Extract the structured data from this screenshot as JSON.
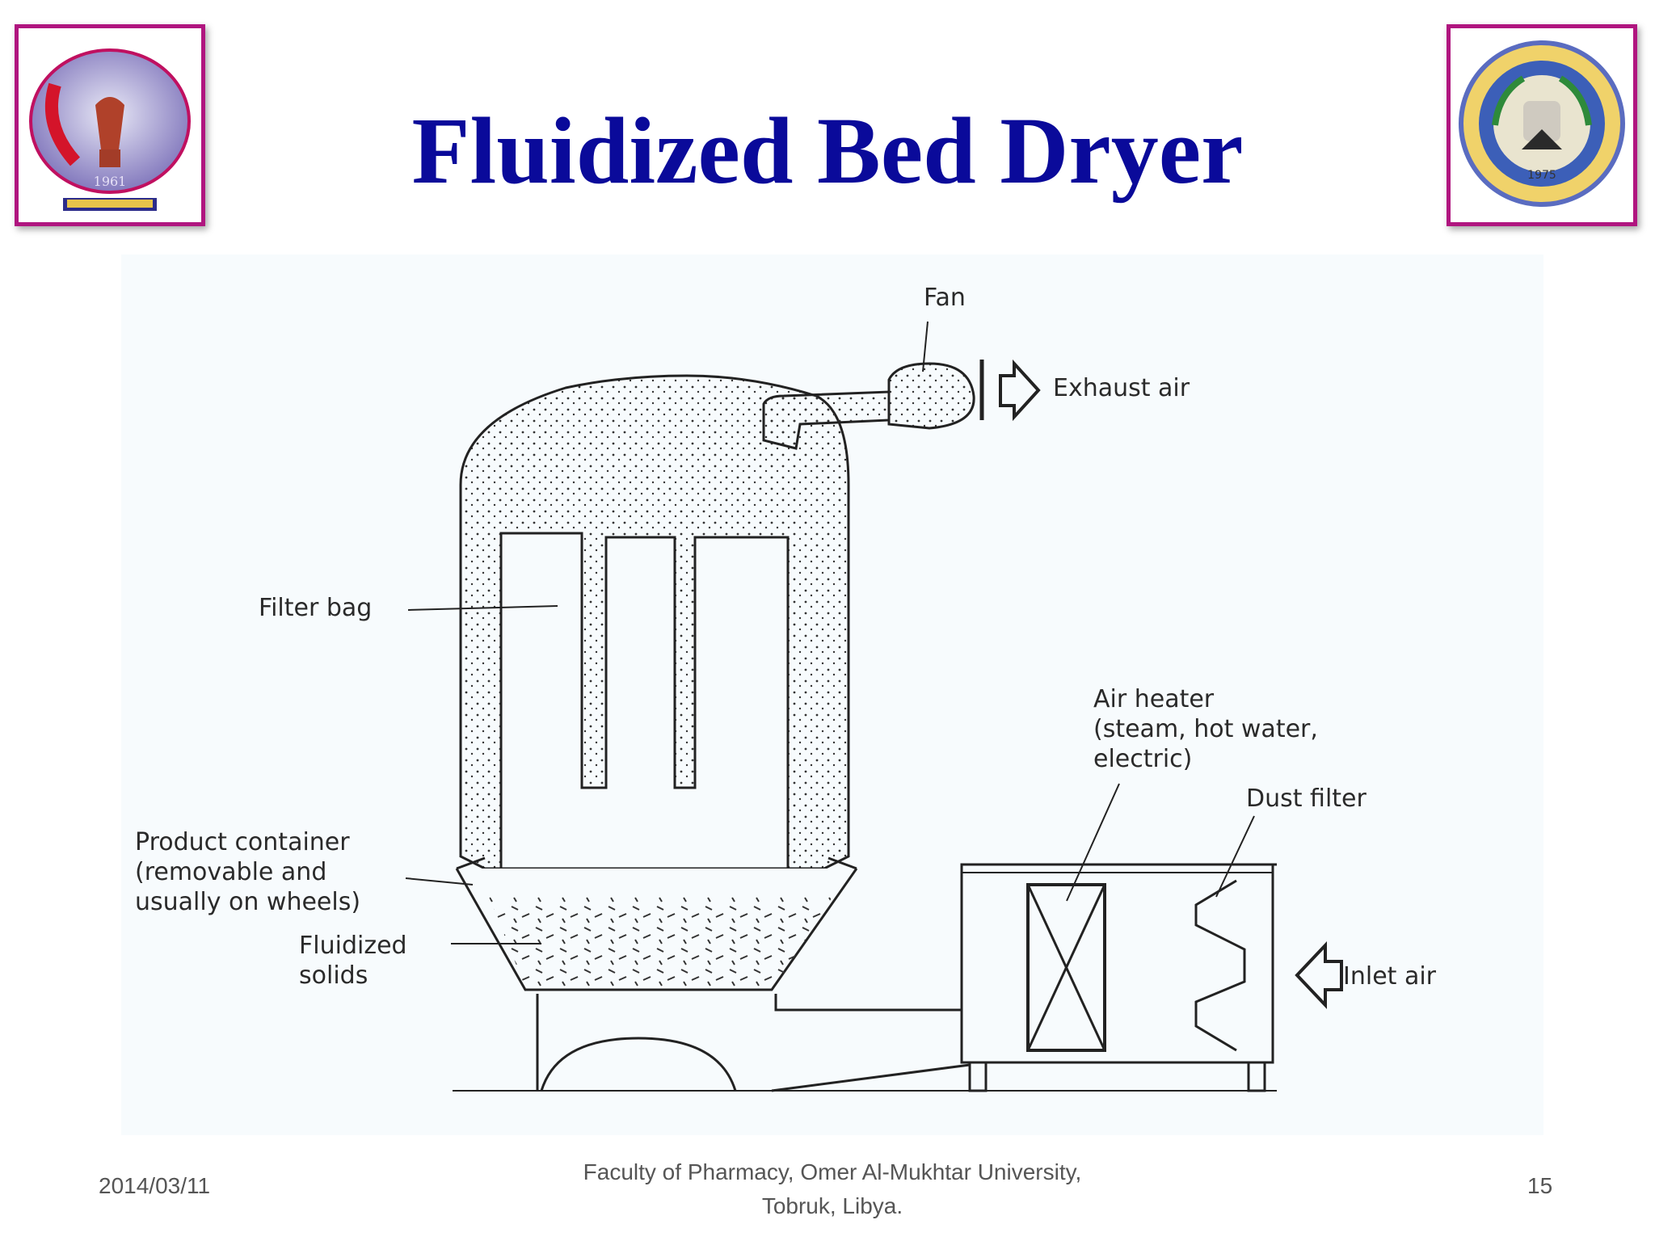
{
  "slide": {
    "title": "Fluidized Bed Dryer"
  },
  "logos": {
    "left": {
      "year_text": "1961"
    },
    "right": {
      "year_text": "1975"
    }
  },
  "diagram": {
    "labels": {
      "fan": "Fan",
      "exhaust_air": "Exhaust air",
      "filter_bag": "Filter bag",
      "air_heater_line1": "Air heater",
      "air_heater_line2": "(steam, hot water,",
      "air_heater_line3": "electric)",
      "dust_filter": "Dust filter",
      "product_container_line1": "Product container",
      "product_container_line2": "(removable and",
      "product_container_line3": "usually on wheels)",
      "fluidized_solids_line1": "Fluidized",
      "fluidized_solids_line2": "solids",
      "inlet_air": "Inlet air"
    }
  },
  "footer": {
    "date": "2014/03/11",
    "org_line1": "Faculty of Pharmacy, Omer Al-Mukhtar University,",
    "org_line2": "Tobruk, Libya.",
    "page_number": "15"
  },
  "colors": {
    "title": "#0a0a9a",
    "frame": "#b0157f"
  }
}
